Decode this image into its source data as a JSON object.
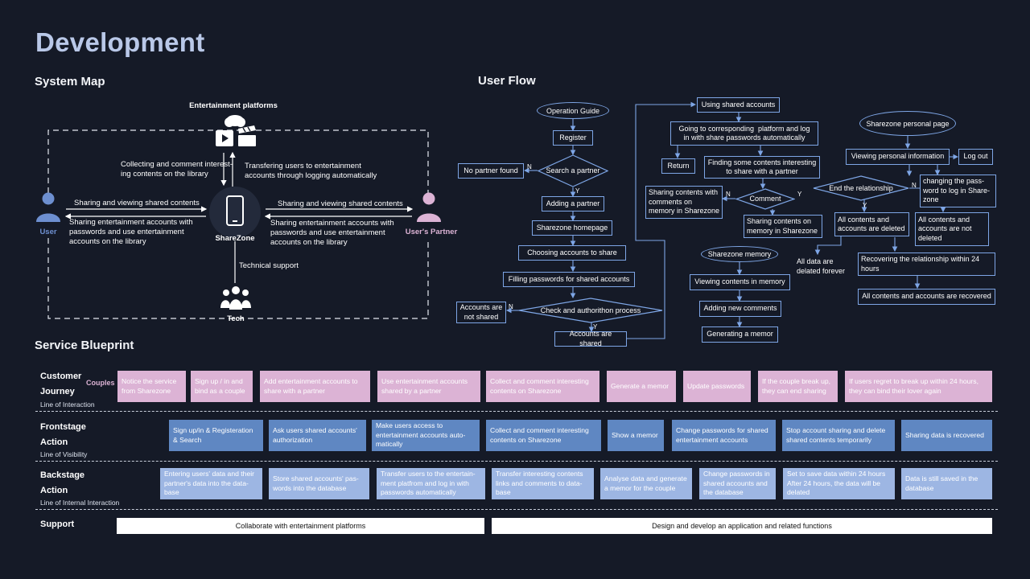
{
  "title": "Development",
  "sections": {
    "system_map": "System Map",
    "user_flow": "User Flow",
    "service_blueprint": "Service Blueprint"
  },
  "system_map": {
    "entertainment": "Entertainment platforms",
    "collecting": "Collecting and comment interest-\ning contents on the library",
    "transfering": "Transfering users to entertainment\naccounts through logging automatically",
    "user": "User",
    "partner": "User's Partner",
    "sharezone": "ShareZone",
    "tech": "Tech",
    "technical_support": "Technical support",
    "sharing_viewing_left": "Sharing and viewing shared contents",
    "sharing_accounts_left": "Sharing entertainment accounts with\npasswords and use entertainment\naccounts on the library",
    "sharing_viewing_right": "Sharing and viewing shared contents",
    "sharing_accounts_right": "Sharing entertainment accounts with\npasswords and use entertainment\naccounts on the library"
  },
  "user_flow": {
    "operation_guide": "Operation Guide",
    "register": "Register",
    "search_partner": "Search a partner",
    "no_partner": "No partner found",
    "adding_partner": "Adding a partner",
    "homepage": "Sharezone homepage",
    "choosing": "Choosing accounts to share",
    "filling": "Filling passwords for shared accounts",
    "check": "Check and authorithon process",
    "not_shared": "Accounts are\nnot shared",
    "shared": "Accounts are shared",
    "using_shared": "Using shared accounts",
    "going_to": "Going to corresponding  platform and log\nin with share passwords automatically",
    "return": "Return",
    "finding": "Finding some contents interesting\nto share with a partner",
    "comment": "Comment",
    "sharing_comments": "Sharing contents with\ncomments on\nmemory in Sharezone",
    "sharing_on_memory": "Sharing contents on\nmemory in Sharezone",
    "sharezone_memory": "Sharezone memory",
    "viewing_memory": "Viewing contents in memory",
    "adding_comments": "Adding new comments",
    "generating": "Generating a memor",
    "personal_page": "Sharezone personal page",
    "viewing_personal": "Viewing personal information",
    "log_out": "Log out",
    "changing_pass": "changing the pass-\nword to log in Share-\nzone",
    "end_relationship": "End the relationship",
    "all_deleted": "All contents and\naccounts are deleted",
    "all_not_deleted": "All contents and\naccounts are not\ndeleted",
    "data_forever": "All data are\ndelated forever",
    "recovering": "Recovering the relationship within 24\nhours",
    "all_recovered": "All contents and accounts are recovered",
    "n": "N",
    "y": "Y"
  },
  "blueprint": {
    "customer_journey": "Customer\nJourney",
    "couples": "Couples",
    "line_interaction": "Line of Interaction",
    "frontstage": "Frontstage\nAction",
    "line_visibility": "Line of Visibility",
    "backstage": "Backstage\nAction",
    "line_internal": "Line of Internal Interaction",
    "support": "Support",
    "journey": [
      "Notice the service\nfrom Sharezone",
      "Sign up / in and\nbind as a couple",
      "Add entertainment accounts to\nshare with a partner",
      "Use entertainment accounts\nshared by a partner",
      "Collect and comment interesting\ncontents on Sharezone",
      "Generate a memor",
      "Update passwords",
      "If the couple break up,\nthey can end sharing",
      "If users regret to break up within 24 hours,\nthey can bind their lover again"
    ],
    "frontstage_items": [
      "Sign up/in & Registeration\n& Search",
      "Ask users shared accounts'\nauthorization",
      "Make users access to\nentertainment accounts auto-\nmatically",
      "Collect and comment interesting\ncontents on Sharezone",
      "Show a memor",
      "Change passwords for shared\nentertainment accounts",
      "Stop account sharing and delete\nshared contents temporarily",
      "Sharing data is recovered"
    ],
    "backstage_items": [
      "Entering users' data and their\npartner's data into the data-\nbase",
      "Store shared accounts' pas-\nwords into the database",
      "Transfer users to the entertain-\nment platfrom and log in with\npasswords automatically",
      "Transfer interesting contents\nlinks and comments to data-\nbase",
      "Analyse data and generate\na memor for the couple",
      "Change passwords in\nshared accounts and\nthe database",
      "Set to save data within 24 hours\nAfter 24 hours, the data will be\ndelated",
      "Data is still saved in the\ndatabase"
    ],
    "support_items": [
      "Collaborate with entertainment platforms",
      "Design and develop an application and related functions"
    ]
  },
  "colors": {
    "background": "#151a27",
    "pink": "#dcb3d5",
    "blue": "#5f87c2",
    "light_blue": "#9db6e3",
    "flow_line": "#7ea6e6"
  }
}
